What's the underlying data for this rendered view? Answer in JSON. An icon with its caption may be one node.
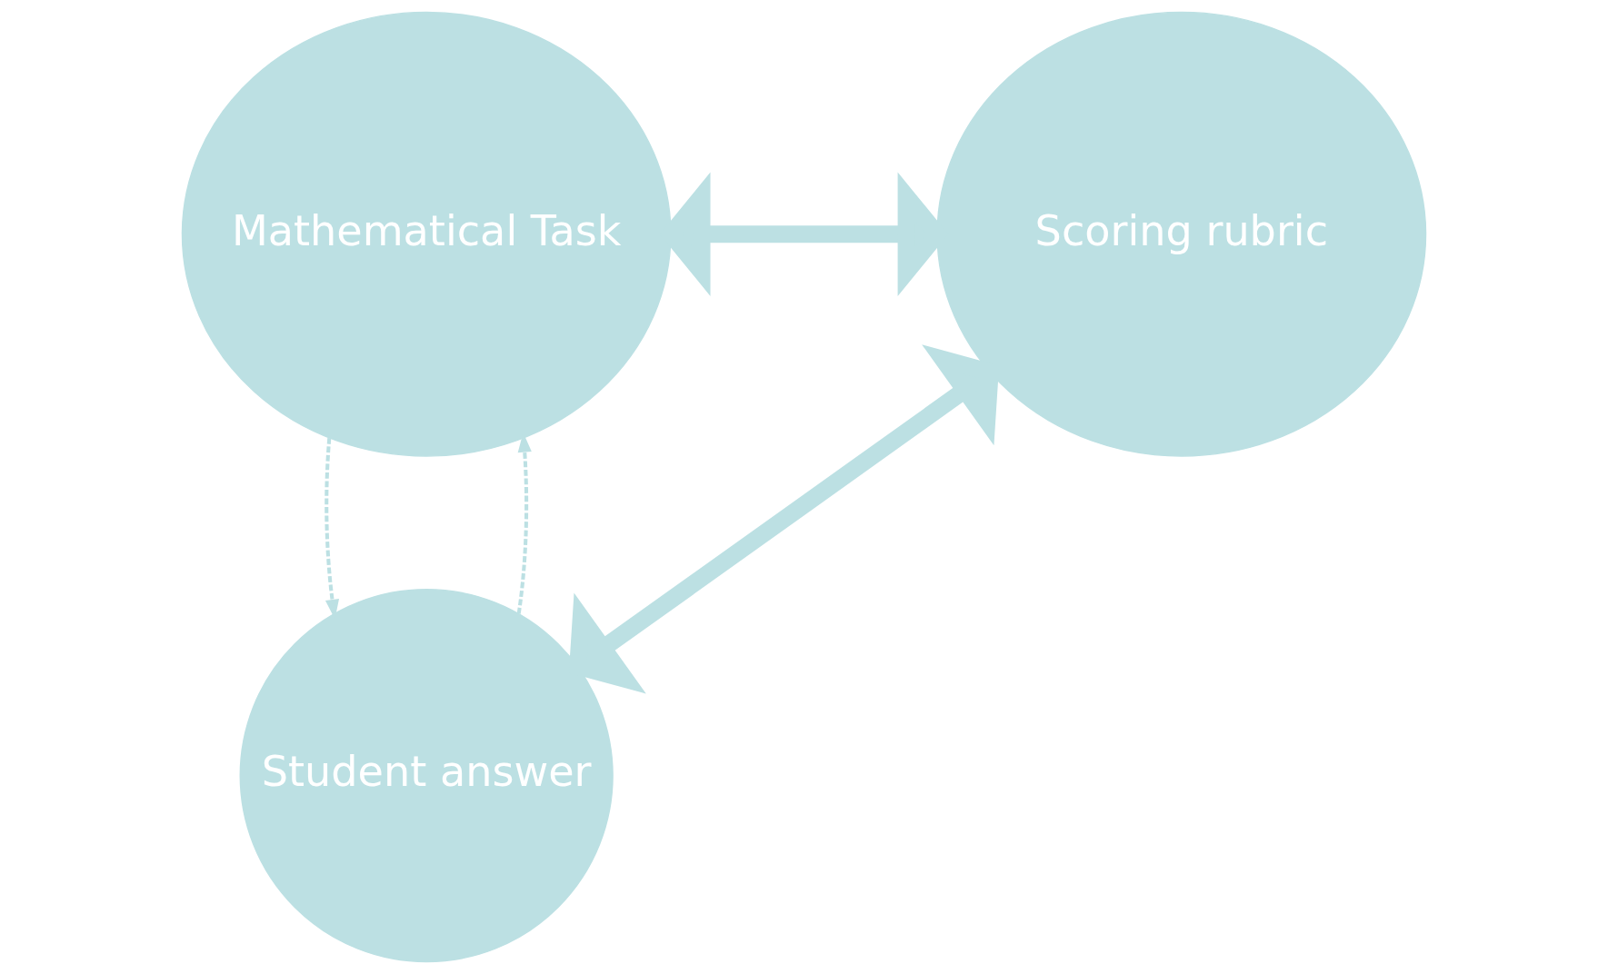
{
  "diagram": {
    "nodes": [
      {
        "text": [
          "Mathematical Task"
        ]
      },
      {
        "text": [
          "Scoring rubric"
        ]
      },
      {
        "text": [
          "Student answer"
        ]
      }
    ],
    "edges": [
      {
        "from": 0,
        "to": 1,
        "arrow": "both",
        "style": "thick"
      },
      {
        "from": 1,
        "to": 2,
        "arrow": "both",
        "style": "thick"
      },
      {
        "from": 2,
        "to": 0,
        "arrow": "to",
        "style": "dashed"
      },
      {
        "from": 0,
        "to": 2,
        "arrow": "to",
        "style": "dashed"
      }
    ]
  }
}
